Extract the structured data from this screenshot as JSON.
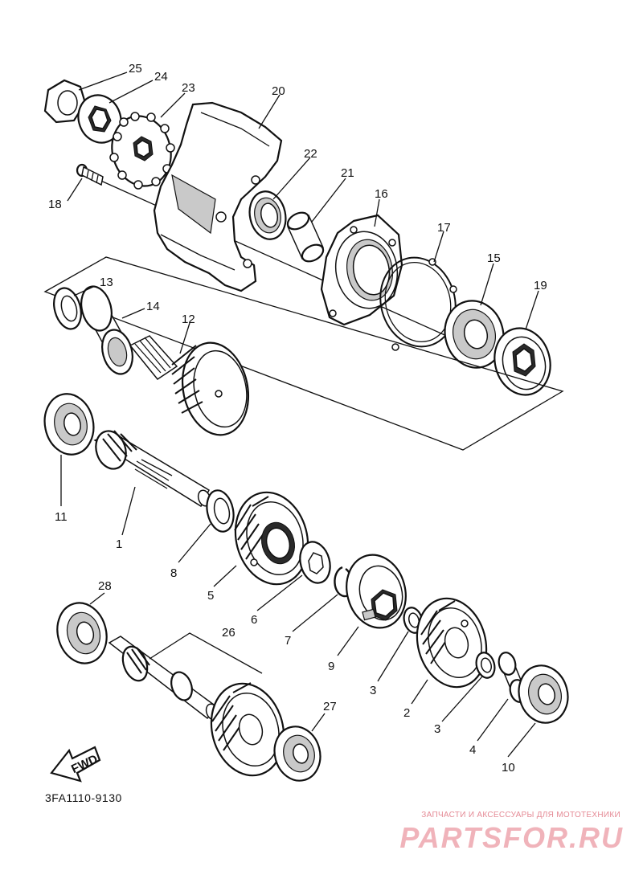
{
  "diagram": {
    "part_code": "3FA1110-9130",
    "fwd_label": "FWD",
    "callouts": {
      "c1": "1",
      "c2": "2",
      "c3a": "3",
      "c3b": "3",
      "c4": "4",
      "c5": "5",
      "c6": "6",
      "c7": "7",
      "c8": "8",
      "c9": "9",
      "c10": "10",
      "c11": "11",
      "c12": "12",
      "c13": "13",
      "c14": "14",
      "c15": "15",
      "c16": "16",
      "c17": "17",
      "c18": "18",
      "c19": "19",
      "c20": "20",
      "c21": "21",
      "c22": "22",
      "c23": "23",
      "c24": "24",
      "c25": "25",
      "c26": "26",
      "c27": "27",
      "c28": "28"
    }
  },
  "watermark": {
    "subtitle": "ЗАПЧАСТИ И АКСЕССУАРЫ ДЛЯ МОТОТЕХНИКИ",
    "logo": "PARTSFOR.RU",
    "color": "#e58a95"
  }
}
